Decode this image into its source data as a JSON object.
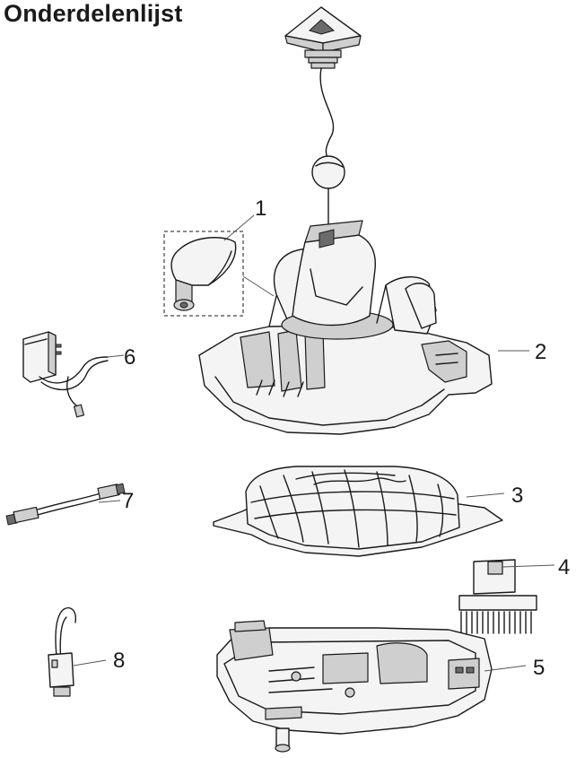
{
  "title": "Onderdelenlijst",
  "callouts": [
    "1",
    "2",
    "3",
    "4",
    "5",
    "6",
    "7",
    "8"
  ]
}
